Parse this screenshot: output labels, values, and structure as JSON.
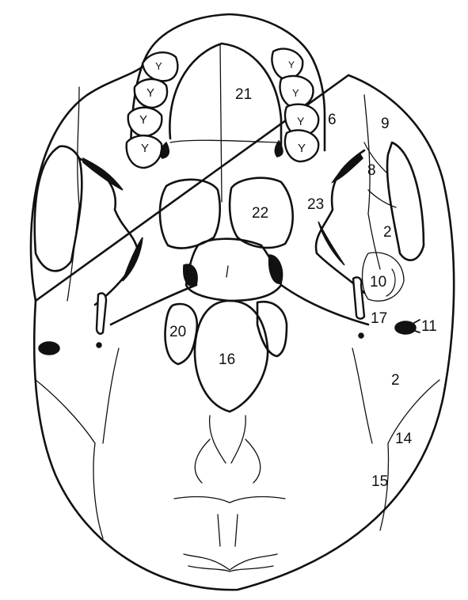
{
  "labels": {
    "l21": "21",
    "l6": "6",
    "l9": "9",
    "l8": "8",
    "l23": "23",
    "l22": "22",
    "l2a": "2",
    "l10": "10",
    "l17": "17",
    "l11": "11",
    "l20": "20",
    "l16": "16",
    "l2b": "2",
    "l14": "14",
    "l15": "15"
  },
  "colors": {
    "ink": "#111111",
    "paper": "#ffffff"
  }
}
